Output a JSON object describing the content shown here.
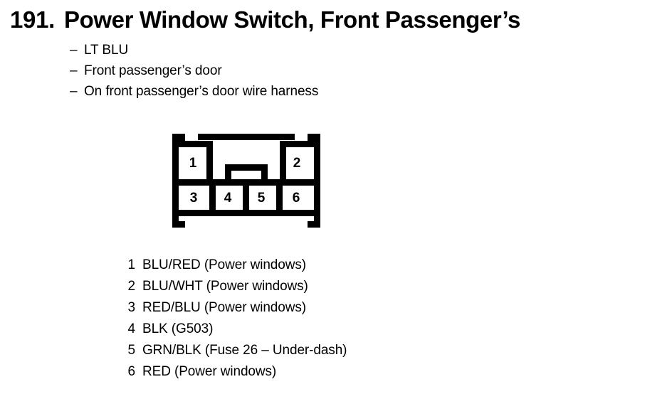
{
  "entry": {
    "number": "191.",
    "title": "Power Window Switch, Front Passenger’s"
  },
  "notes": {
    "dash": "–",
    "items": [
      "LT BLU",
      "Front passenger’s door",
      "On front passenger’s door wire harness"
    ]
  },
  "connector": {
    "name": "6-pin-connector-face-view",
    "top_row_pins": [
      "1",
      "2"
    ],
    "bottom_row_pins": [
      "3",
      "4",
      "5",
      "6"
    ],
    "outline_color": "#000000",
    "fill_color": "#ffffff"
  },
  "pin_legend": [
    {
      "pin": "1",
      "label": "BLU/RED (Power windows)"
    },
    {
      "pin": "2",
      "label": "BLU/WHT (Power windows)"
    },
    {
      "pin": "3",
      "label": "RED/BLU (Power windows)"
    },
    {
      "pin": "4",
      "label": "BLK (G503)"
    },
    {
      "pin": "5",
      "label": "GRN/BLK (Fuse 26 – Under-dash)"
    },
    {
      "pin": "6",
      "label": "RED (Power windows)"
    }
  ]
}
